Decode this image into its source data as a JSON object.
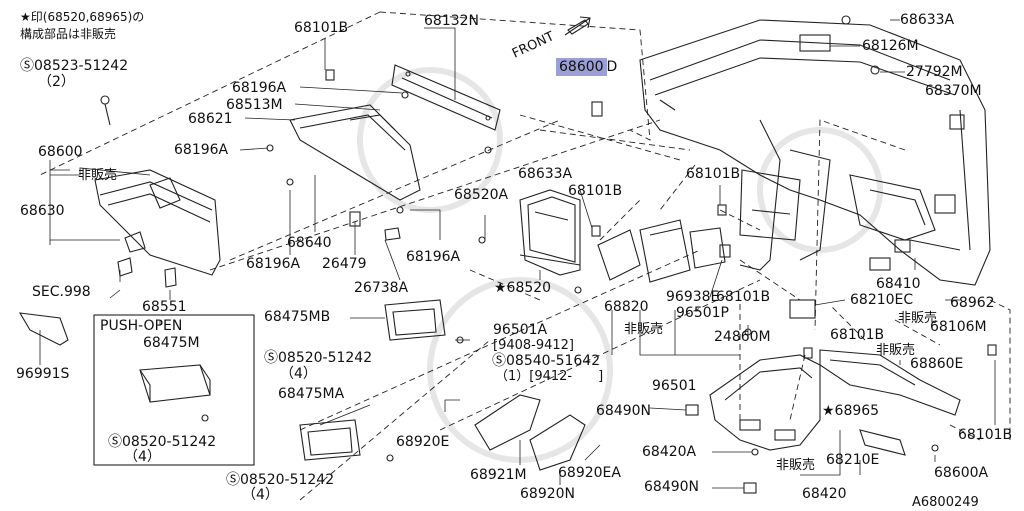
{
  "header_note": {
    "line1": "★印(68520,68965)の",
    "line2": "構成部品は非販売"
  },
  "front_label": "FRONT",
  "highlight": {
    "text": "68600",
    "suffix": "D",
    "color": "#9b9fd6"
  },
  "push_open_label": "PUSH-OPEN",
  "diagram_id": "A6800249",
  "labels": {
    "p68101B_a": "68101B",
    "p68132N": "68132N",
    "p68633A_top": "68633A",
    "p68126M": "68126M",
    "p27792M": "27792M",
    "p68370M": "68370M",
    "s08523": "08523-51242",
    "s08523_qty": "（2）",
    "p68196A_a": "68196A",
    "p68513M": "68513M",
    "p68621": "68621",
    "p68196A_b": "68196A",
    "p68600": "68600",
    "hanbai_a": "非販売",
    "p68630": "68630",
    "p68633A_mid": "68633A",
    "p68520A": "68520A",
    "p68101B_b": "68101B",
    "p68101B_c": "68101B",
    "p68640": "68640",
    "p68196A_c": "68196A",
    "p26479": "26479",
    "p68196A_d": "68196A",
    "sec998": "SEC.998",
    "p68551": "68551",
    "p26738A": "26738A",
    "p68520": "★68520",
    "p68410": "68410",
    "p68210EC": "68210EC",
    "p68962": "68962",
    "p96938E": "96938E",
    "p68101B_d": "68101B",
    "p68820": "68820",
    "p96501P": "96501P",
    "p68106M": "68106M",
    "hanbai_b": "非販売",
    "p68101B_e": "68101B",
    "p96991S": "96991S",
    "p68475M": "68475M",
    "p68475MB": "68475MB",
    "p96501A": "96501A",
    "p96501A_range": "[9408-9412]",
    "hanbai_c": "非販売",
    "p24860M": "24860M",
    "hanbai_d": "非販売",
    "p68860E": "68860E",
    "s08520_a": "08520-51242",
    "s08520_a_qty": "（4）",
    "s08540": "08540-51642",
    "s08540_qty": "（1）[9412-　　]",
    "p96501": "96501",
    "p68475MA": "68475MA",
    "p68490N_a": "68490N",
    "p68965": "★68965",
    "p68101B_f": "68101B",
    "p68920E": "68920E",
    "s08520_b": "08520-51242",
    "s08520_b_qty": "（4）",
    "p68420A": "68420A",
    "hanbai_e": "非販売",
    "p68210E": "68210E",
    "p68921M": "68921M",
    "p68920EA": "68920EA",
    "p68600A": "68600A",
    "s08520_c": "08520-51242",
    "s08520_c_qty": "（4）",
    "p68920N": "68920N",
    "p68490N_b": "68490N",
    "p68420": "68420"
  }
}
